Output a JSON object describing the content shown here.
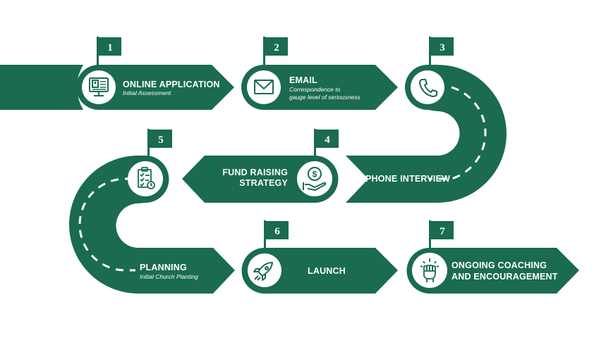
{
  "colors": {
    "road": "#1a6b4f",
    "icon_circle": "#ffffff",
    "dash": "#ffffff",
    "flag": "#1a6b4f",
    "background": "#ffffff"
  },
  "steps": [
    {
      "number": "1",
      "title": "ONLINE APPLICATION",
      "subtitle": "Initial Assessment",
      "icon": "computer-application-icon"
    },
    {
      "number": "2",
      "title": "EMAIL",
      "subtitle_line1": "Correspondence to",
      "subtitle_line2": "gauge level of seriousness",
      "icon": "envelope-icon"
    },
    {
      "number": "3",
      "title": "PHONE INTERVIEW",
      "icon": "phone-icon"
    },
    {
      "number": "4",
      "title_line1": "FUND RAISING",
      "title_line2": "STRATEGY",
      "icon": "money-hand-icon"
    },
    {
      "number": "5",
      "title": "PLANNING",
      "subtitle": "Initial Church Planting",
      "icon": "checklist-icon"
    },
    {
      "number": "6",
      "title": "LAUNCH",
      "icon": "rocket-icon"
    },
    {
      "number": "7",
      "title_line1": "ONGOING COACHING",
      "title_line2": "AND ENCOURAGEMENT",
      "icon": "raised-fist-icon"
    }
  ]
}
